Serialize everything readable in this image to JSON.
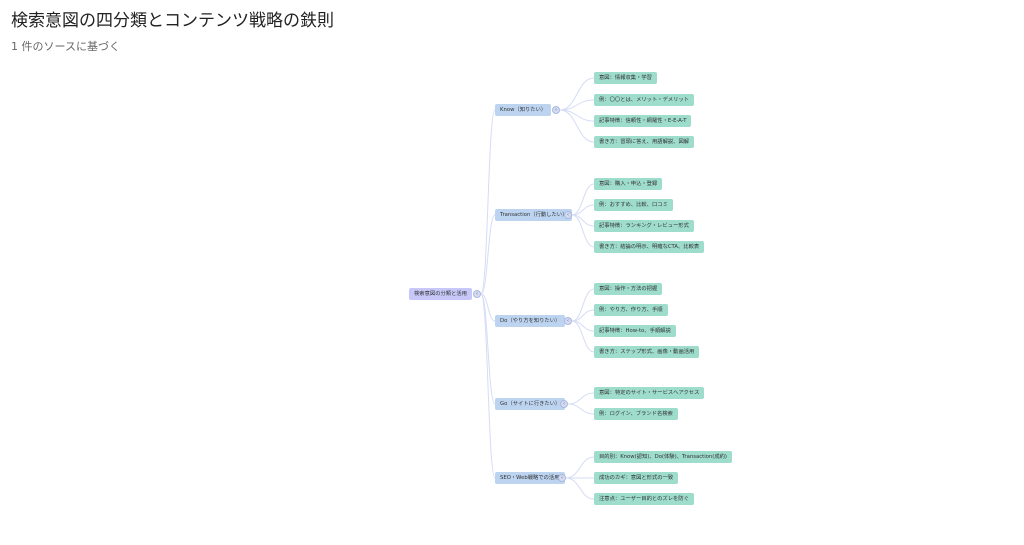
{
  "title": "検索意図の四分類とコンテンツ戦略の鉄則",
  "subtitle": "1 件のソースに基づく",
  "colors": {
    "root": "#c7c8f7",
    "branch": "#bcd4f0",
    "leaf": "#9edccb",
    "line": "#d6dcf5"
  },
  "mindmap": {
    "root": "検索意図の分類と活用",
    "branches": [
      {
        "label": "Know（知りたい）",
        "children": [
          "意図：情報収集・学習",
          "例：〇〇とは、メリット・デメリット",
          "記事特徴：信頼性・網羅性・E-E-A-T",
          "書き方：冒頭に答え、用語解説、図解"
        ]
      },
      {
        "label": "Transaction（行動したい）",
        "children": [
          "意図：購入・申込・登録",
          "例：おすすめ、比較、口コミ",
          "記事特徴：ランキング・レビュー形式",
          "書き方：結論の明示、明確なCTA、比較表"
        ]
      },
      {
        "label": "Do（やり方を知りたい）",
        "children": [
          "意図：操作・方法の把握",
          "例：やり方、作り方、手順",
          "記事特徴：How-to、手順解説",
          "書き方：ステップ形式、画像・動画活用"
        ]
      },
      {
        "label": "Go（サイトに行きたい）",
        "children": [
          "意図：特定のサイト・サービスへアクセス",
          "例：ログイン、ブランド名検索"
        ]
      },
      {
        "label": "SEO・Web戦略での活用",
        "children": [
          "目的別：Know(認知)、Do(体験)、Transaction(成約)",
          "成功のカギ：意図と形式の一致",
          "注意点：ユーザー目的とのズレを防ぐ"
        ]
      }
    ]
  }
}
